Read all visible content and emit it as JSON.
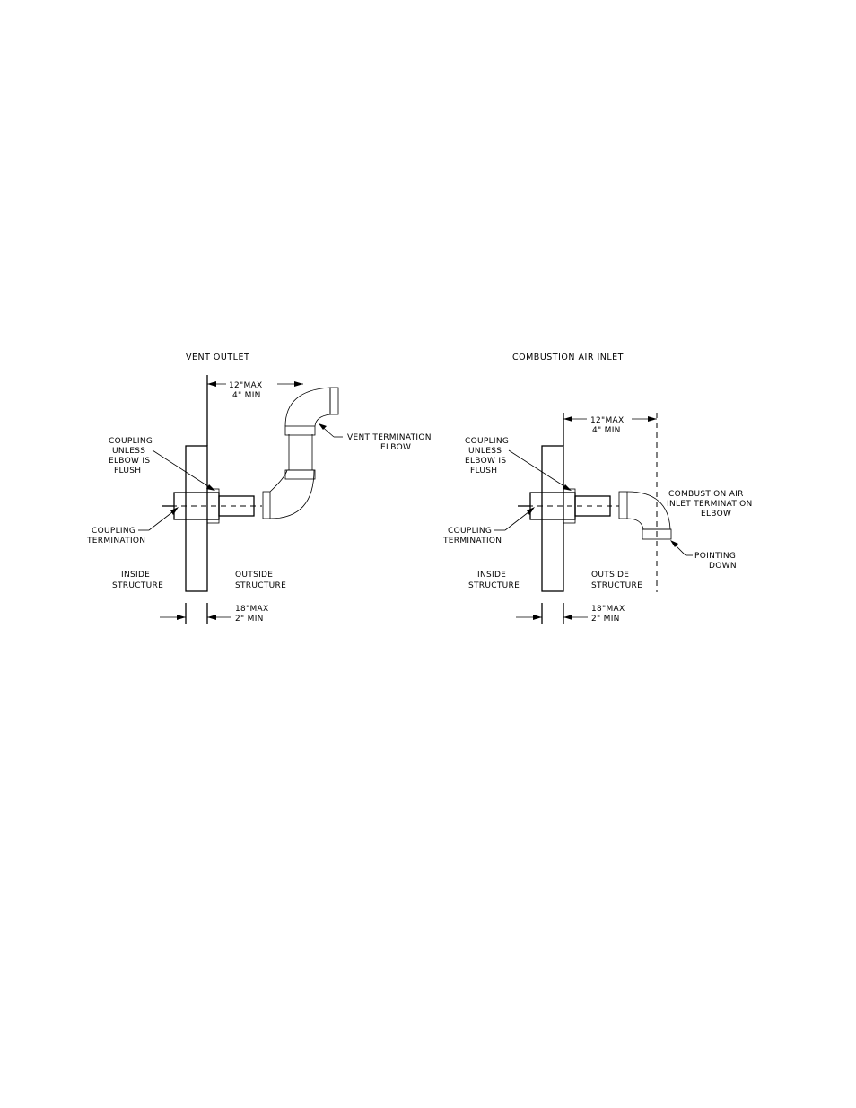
{
  "vent": {
    "title": "VENT OUTLET",
    "dim_top": [
      "12\"MAX",
      "4\" MIN"
    ],
    "coupling_note": [
      "COUPLING",
      "UNLESS",
      "ELBOW IS",
      "FLUSH"
    ],
    "coupling_termination": [
      "COUPLING",
      "TERMINATION"
    ],
    "elbow_label": [
      "VENT TERMINATION",
      "ELBOW"
    ],
    "inside": [
      "INSIDE",
      "STRUCTURE"
    ],
    "outside": [
      "OUTSIDE",
      "STRUCTURE"
    ],
    "dim_bottom": [
      "18\"MAX",
      "2\" MIN"
    ]
  },
  "air": {
    "title": "COMBUSTION AIR INLET",
    "dim_top": [
      "12\"MAX",
      "4\" MIN"
    ],
    "coupling_note": [
      "COUPLING",
      "UNLESS",
      "ELBOW IS",
      "FLUSH"
    ],
    "coupling_termination": [
      "COUPLING",
      "TERMINATION"
    ],
    "elbow_label": [
      "COMBUSTION AIR",
      "INLET TERMINATION",
      "ELBOW"
    ],
    "pointing": [
      "POINTING",
      "DOWN"
    ],
    "inside": [
      "INSIDE",
      "STRUCTURE"
    ],
    "outside": [
      "OUTSIDE",
      "STRUCTURE"
    ],
    "dim_bottom": [
      "18\"MAX",
      "2\" MIN"
    ]
  }
}
